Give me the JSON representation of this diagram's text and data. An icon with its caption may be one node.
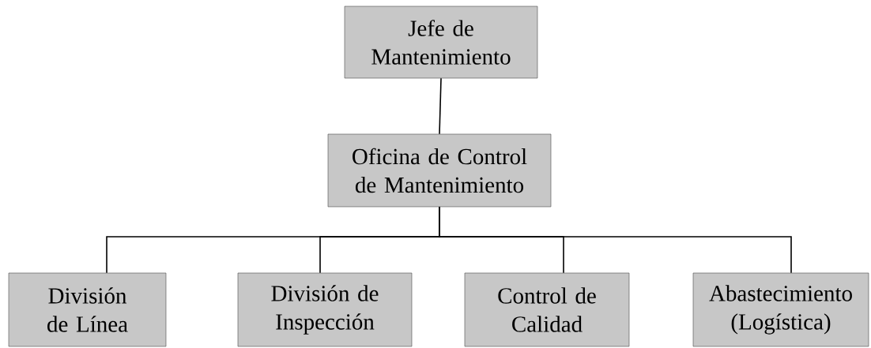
{
  "diagram": {
    "nodes": [
      {
        "text": [
          "Jefe de Mantenimiento"
        ]
      },
      {
        "text": [
          "Oficina de Control de Mantenimiento"
        ]
      },
      {
        "text": [
          "División de Línea"
        ]
      },
      {
        "text": [
          "División de Inspección"
        ]
      },
      {
        "text": [
          "Control de Calidad"
        ]
      },
      {
        "text": [
          "Abastecimiento (Logística)"
        ]
      }
    ],
    "edges": [
      {
        "from": 0,
        "to": 1,
        "arrow": "none"
      },
      {
        "from": 1,
        "to": 2,
        "arrow": "none"
      },
      {
        "from": 1,
        "to": 3,
        "arrow": "none"
      },
      {
        "from": 1,
        "to": 4,
        "arrow": "none"
      },
      {
        "from": 1,
        "to": 5,
        "arrow": "none"
      }
    ]
  }
}
